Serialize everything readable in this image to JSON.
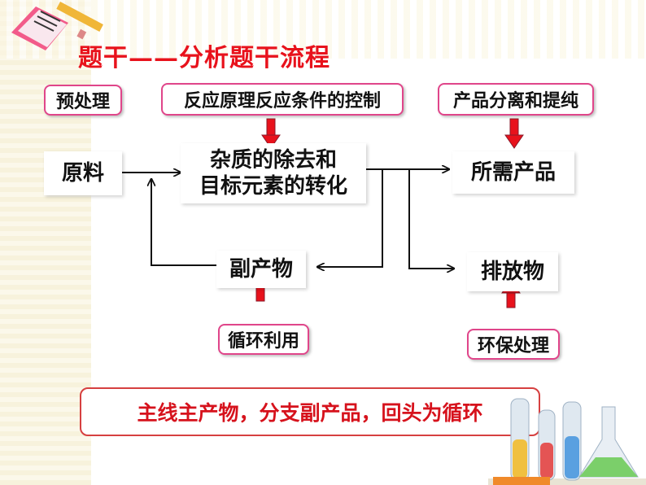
{
  "title": "题干——分析题干流程",
  "top_labels": {
    "pretreatment": "预处理",
    "principle_control": "反应原理反应条件的控制",
    "separation": "产品分离和提纯"
  },
  "stages": {
    "raw_material": "原料",
    "impurity_line1": "杂质的除去和",
    "impurity_line2": "目标元素的转化",
    "product": "所需产品",
    "byproduct": "副产物",
    "emission": "排放物"
  },
  "bottom_labels": {
    "recycle": "循环利用",
    "env_treatment": "环保处理"
  },
  "summary": "主线主产物，分支副产品，回头为循环",
  "colors": {
    "title_red": "#e8121c",
    "pill_border": "#e0458a",
    "arrow_red": "#e8121c",
    "summary_border": "#d64040"
  }
}
